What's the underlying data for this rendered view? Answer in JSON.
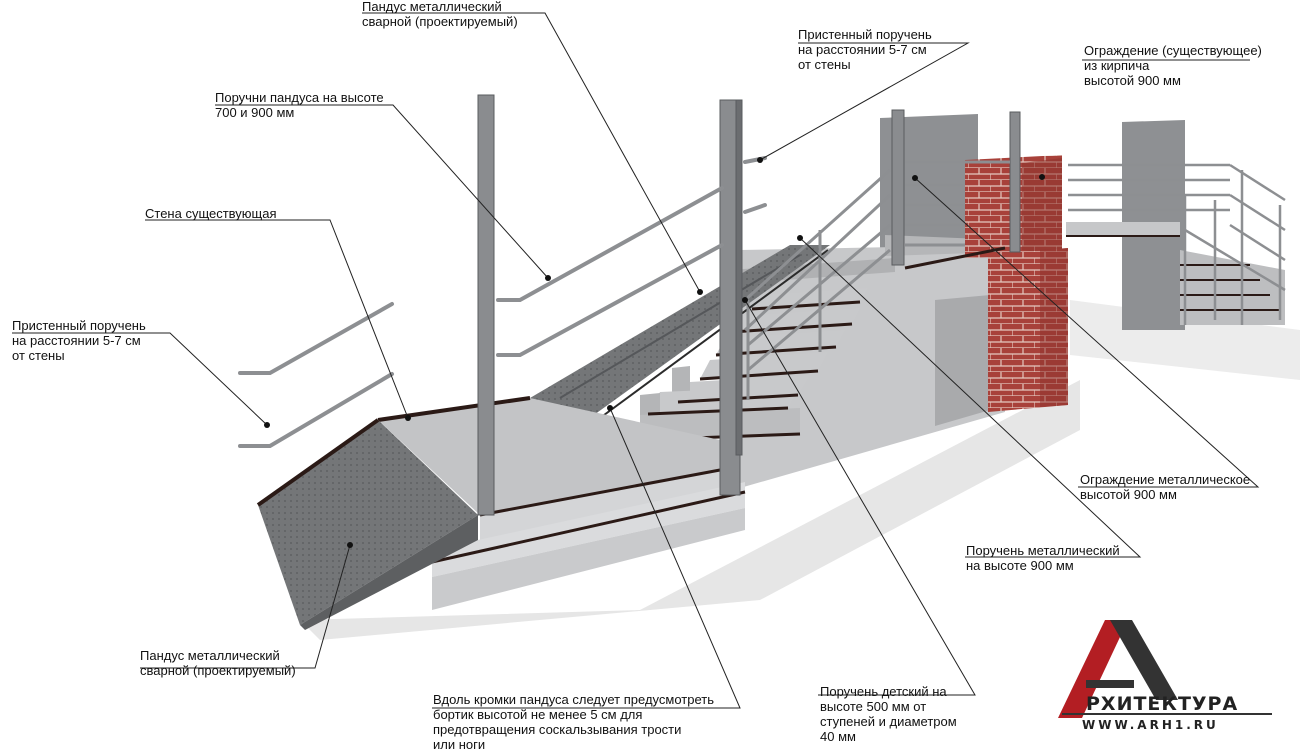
{
  "labels": {
    "ramp_top": [
      "Пандус металлический",
      "сварной (проектируемый)"
    ],
    "wall_handrail_top": [
      "Пристенный поручень",
      "на расстоянии 5-7 см",
      "от стены"
    ],
    "existing_fence": [
      "Ограждение (существующее)",
      "из кирпича",
      "высотой 900 мм"
    ],
    "ramp_handrails": [
      "Поручни пандуса на высоте",
      "700 и 900 мм"
    ],
    "existing_wall": [
      "Стена существующая"
    ],
    "wall_handrail_left": [
      "Пристенный поручень",
      "на расстоянии 5-7 см",
      "от стены"
    ],
    "metal_fence": [
      "Ограждение металлическое",
      "высотой 900 мм"
    ],
    "metal_handrail": [
      "Поручень металлический",
      "на высоте 900 мм"
    ],
    "ramp_bottom": [
      "Пандус металлический",
      "сварной (проектируемый)"
    ],
    "ramp_edge": [
      "Вдоль кромки пандуса следует предусмотреть",
      "бортик высотой не менее 5 см для",
      "предотвращения соскальзывания трости",
      "или ноги"
    ],
    "child_handrail": [
      "Поручень детский на",
      "высоте 500 мм от",
      "ступеней и диаметром",
      "40 мм"
    ]
  },
  "logo": {
    "name": "РХИТЕКТУРА",
    "url": "WWW.ARH1.RU"
  },
  "colors": {
    "ramp": "#7b7d7f",
    "concrete": "#c9cacc",
    "metal": "#8a8c8f",
    "brick": "#a8413a",
    "logo_red": "#b31e23"
  }
}
